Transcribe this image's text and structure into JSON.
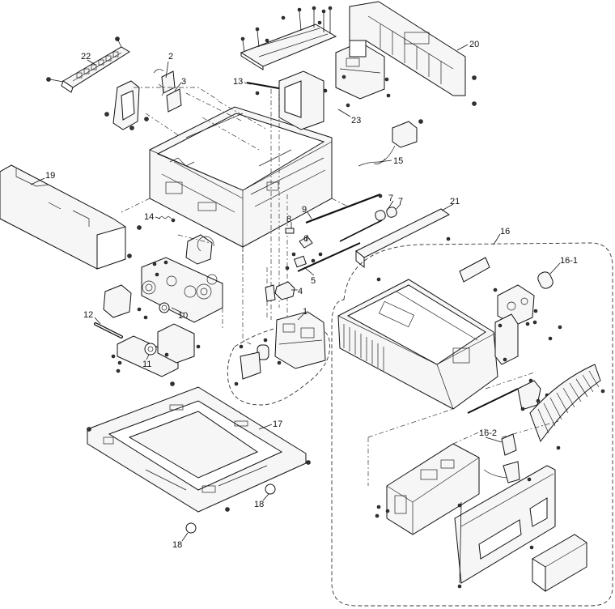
{
  "callouts": {
    "c1": "1",
    "c2": "2",
    "c3": "3",
    "c4": "4",
    "c5": "5",
    "c6": "6",
    "c7a": "7",
    "c7b": "7",
    "c8": "8",
    "c9": "9",
    "c10": "10",
    "c11": "11",
    "c12": "12",
    "c13": "13",
    "c14": "14",
    "c15": "15",
    "c16": "16",
    "c16_1": "16-1",
    "c16_2": "16-2",
    "c17": "17",
    "c18a": "18",
    "c18b": "18",
    "c19": "19",
    "c20": "20",
    "c21": "21",
    "c22": "22",
    "c23": "23"
  }
}
